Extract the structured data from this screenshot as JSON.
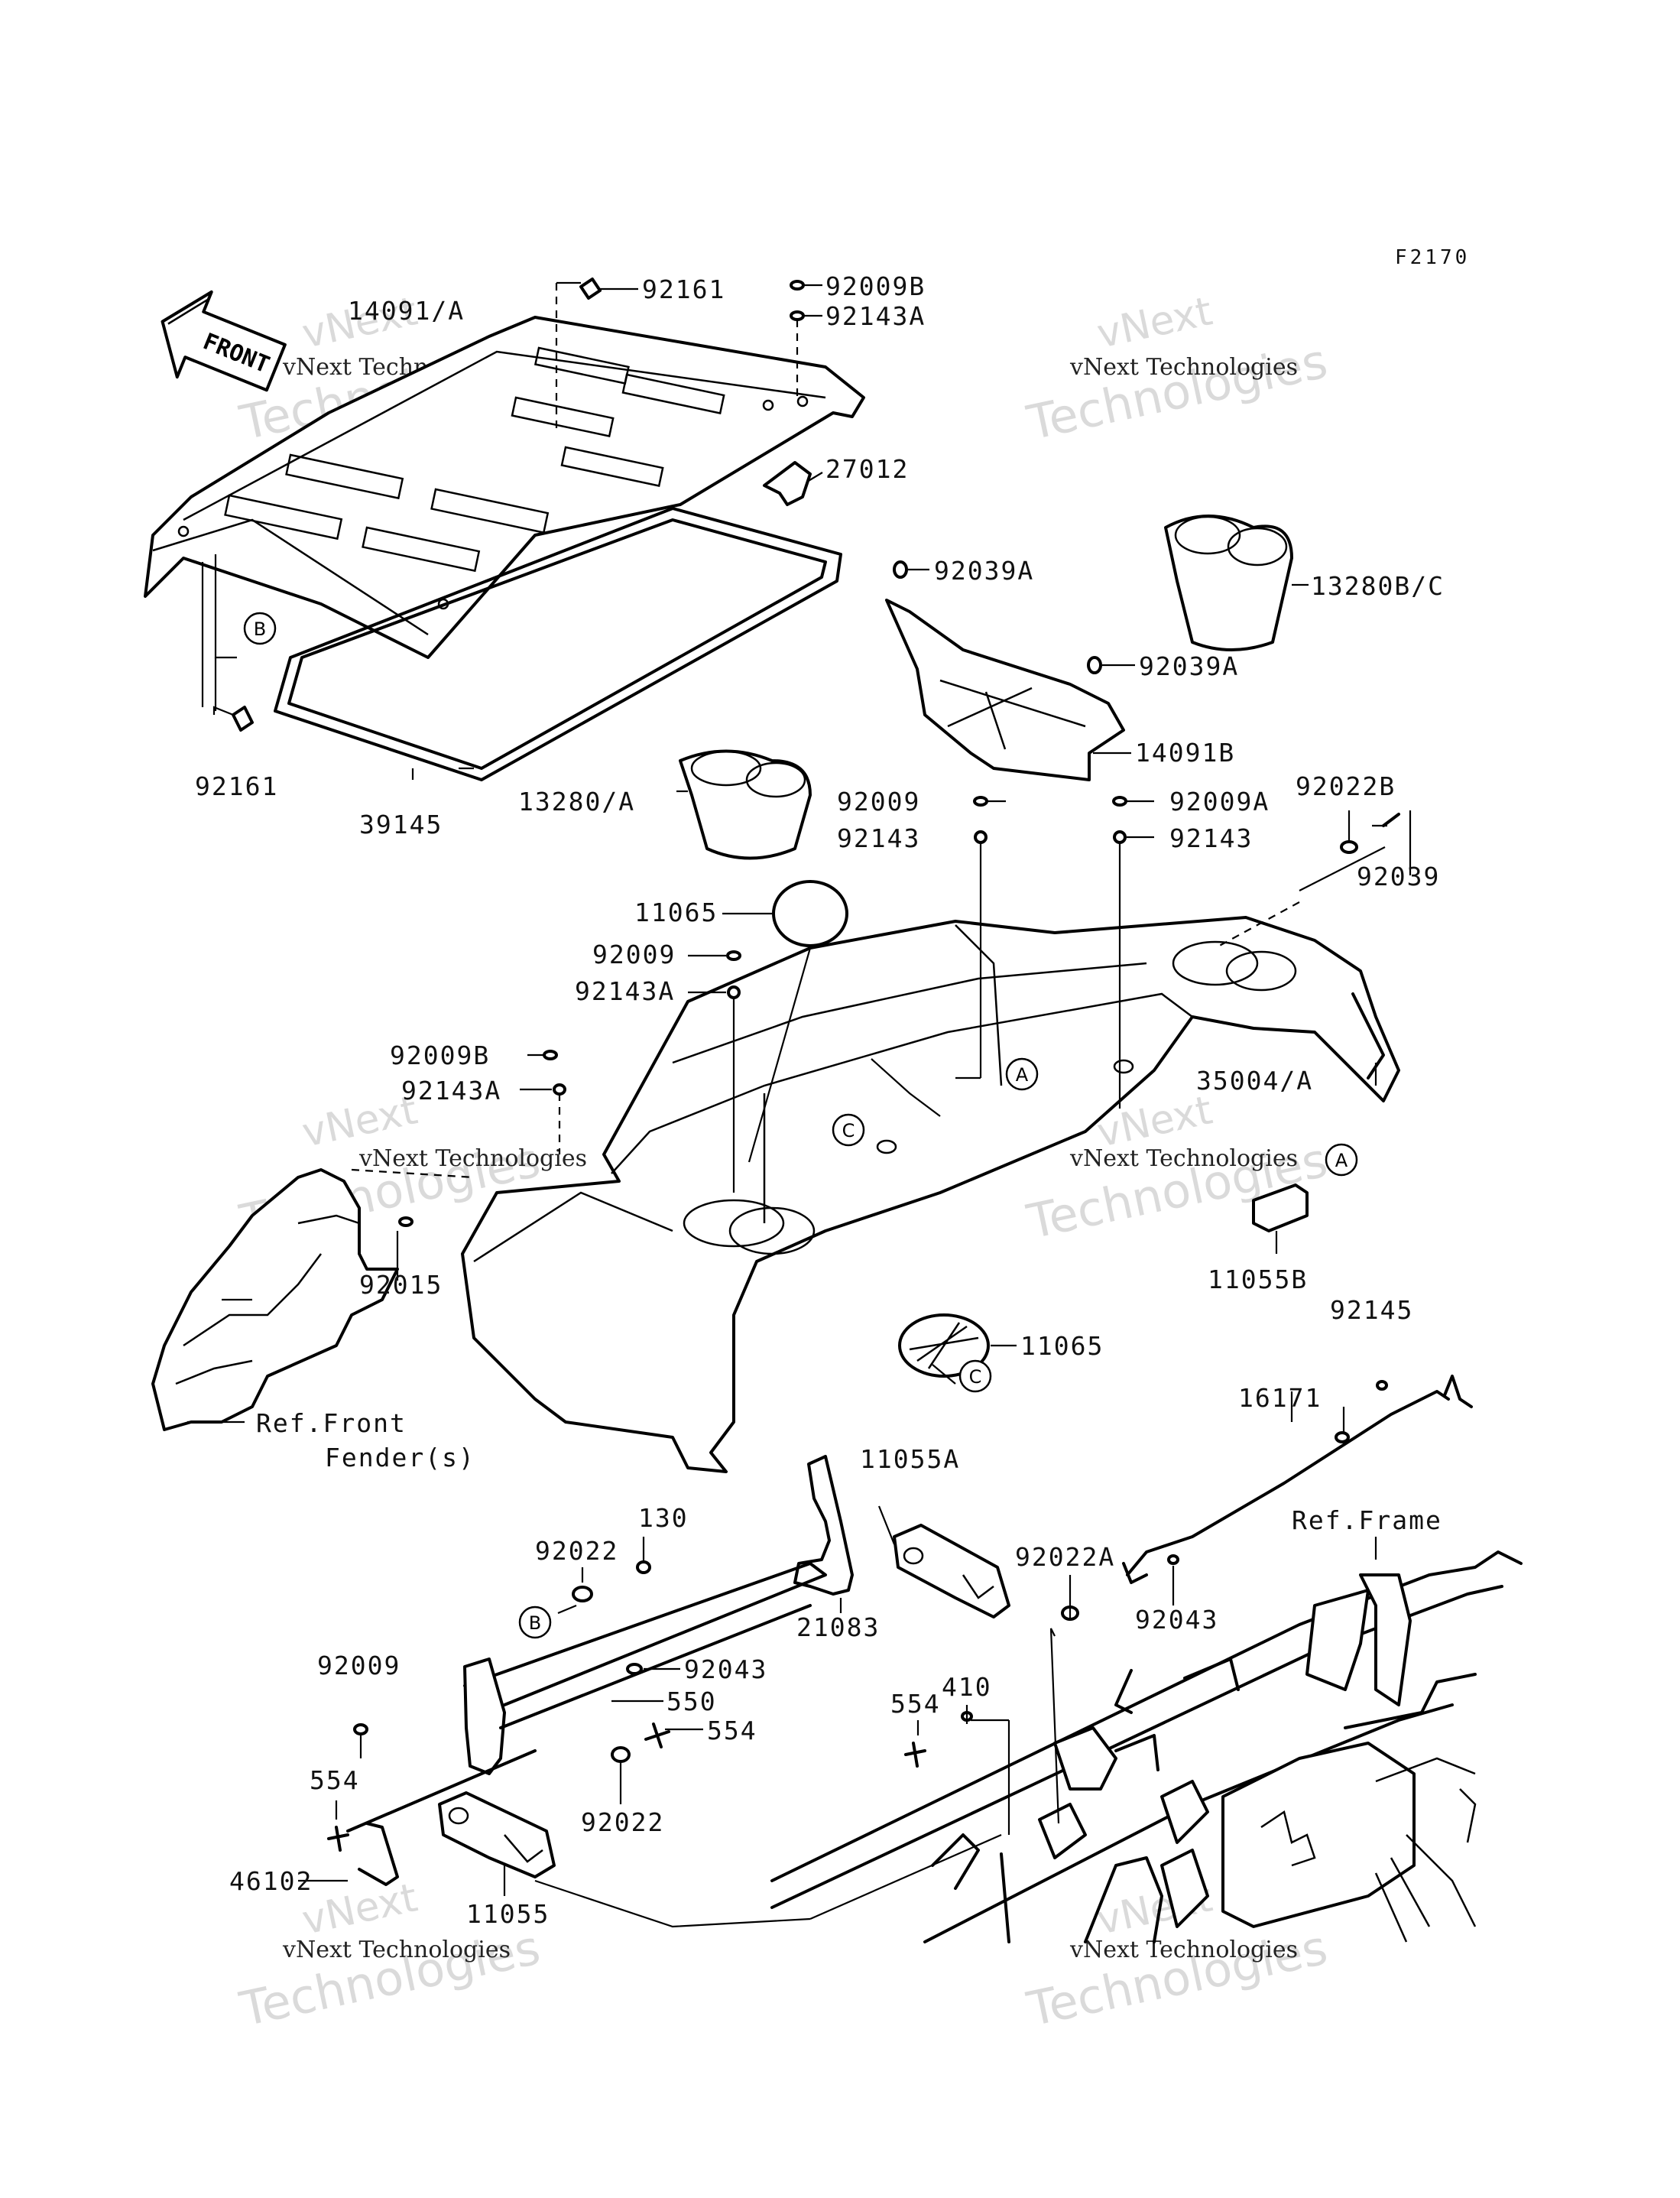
{
  "figure_code": "F2170",
  "front_arrow_label": "FRONT",
  "watermark": {
    "line1": "vNext",
    "line2": "Technologies",
    "small": "vNext Technologies"
  },
  "callouts": {
    "A": "A",
    "B": "B",
    "C": "C"
  },
  "part_labels": [
    {
      "id": "92161_top",
      "text": "92161"
    },
    {
      "id": "14091_A",
      "text": "14091/A"
    },
    {
      "id": "92009B_top",
      "text": "92009B"
    },
    {
      "id": "92143A_top",
      "text": "92143A"
    },
    {
      "id": "27012",
      "text": "27012"
    },
    {
      "id": "92039A_1",
      "text": "92039A"
    },
    {
      "id": "13280BC",
      "text": "13280B/C"
    },
    {
      "id": "92039A_2",
      "text": "92039A"
    },
    {
      "id": "14091B",
      "text": "14091B"
    },
    {
      "id": "92161_left",
      "text": "92161"
    },
    {
      "id": "39145",
      "text": "39145"
    },
    {
      "id": "13280A",
      "text": "13280/A"
    },
    {
      "id": "92009_mid",
      "text": "92009"
    },
    {
      "id": "92009A",
      "text": "92009A"
    },
    {
      "id": "92022B",
      "text": "92022B"
    },
    {
      "id": "92143_1",
      "text": "92143"
    },
    {
      "id": "92143_2",
      "text": "92143"
    },
    {
      "id": "92039",
      "text": "92039"
    },
    {
      "id": "11065_top",
      "text": "11065"
    },
    {
      "id": "92009_2",
      "text": "92009"
    },
    {
      "id": "92143A_2",
      "text": "92143A"
    },
    {
      "id": "92009B_2",
      "text": "92009B"
    },
    {
      "id": "92143A_3",
      "text": "92143A"
    },
    {
      "id": "35004A",
      "text": "35004/A"
    },
    {
      "id": "92015",
      "text": "92015"
    },
    {
      "id": "11055B",
      "text": "11055B"
    },
    {
      "id": "11065_low",
      "text": "11065"
    },
    {
      "id": "92145",
      "text": "92145"
    },
    {
      "id": "ref_front",
      "text": "Ref.Front"
    },
    {
      "id": "fender",
      "text": "Fender(s)"
    },
    {
      "id": "16171",
      "text": "16171"
    },
    {
      "id": "11055A",
      "text": "11055A"
    },
    {
      "id": "130",
      "text": "130"
    },
    {
      "id": "ref_frame",
      "text": "Ref.Frame"
    },
    {
      "id": "92022_1",
      "text": "92022"
    },
    {
      "id": "92022A",
      "text": "92022A"
    },
    {
      "id": "21083",
      "text": "21083"
    },
    {
      "id": "92043_1",
      "text": "92043"
    },
    {
      "id": "92009_low",
      "text": "92009"
    },
    {
      "id": "92043_2",
      "text": "92043"
    },
    {
      "id": "410",
      "text": "410"
    },
    {
      "id": "554_1",
      "text": "554"
    },
    {
      "id": "550",
      "text": "550"
    },
    {
      "id": "554_2",
      "text": "554"
    },
    {
      "id": "554_3",
      "text": "554"
    },
    {
      "id": "92022_2",
      "text": "92022"
    },
    {
      "id": "46102",
      "text": "46102"
    },
    {
      "id": "11055",
      "text": "11055"
    }
  ]
}
